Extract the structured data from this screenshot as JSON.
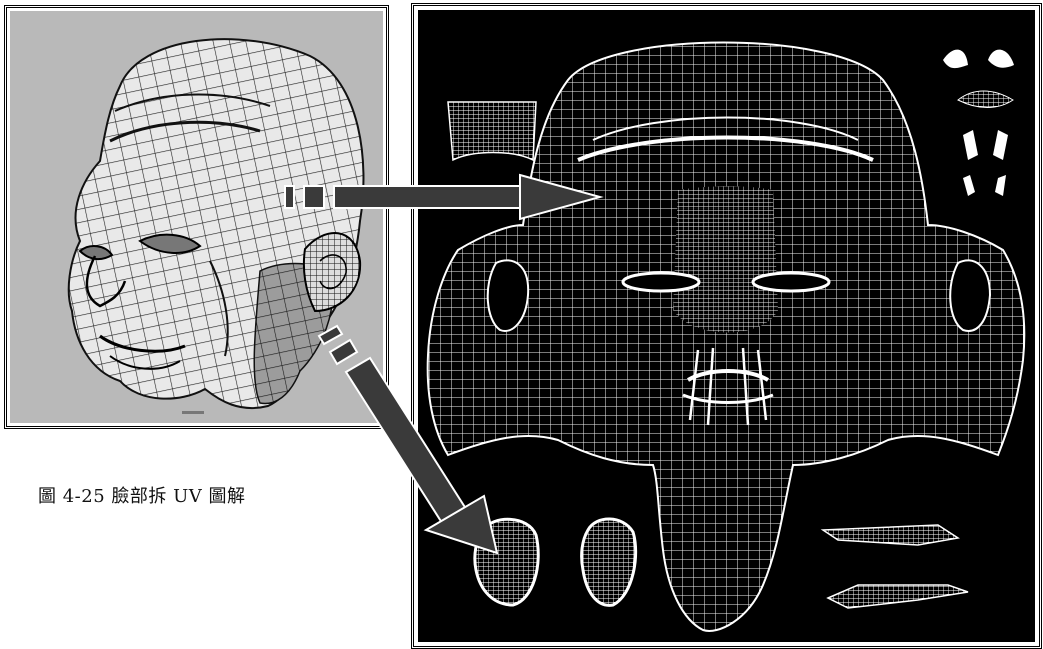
{
  "figure": {
    "caption": "圖 4-25 臉部拆 UV 圖解",
    "left_panel": {
      "content": "3d-head-wireframe"
    },
    "right_panel": {
      "content": "uv-layout-wireframe"
    }
  },
  "colors": {
    "viewport_bg": "#b9b9b9",
    "uv_bg": "#000000",
    "uv_lines": "#ffffff",
    "arrow": "#3a3a3a"
  }
}
